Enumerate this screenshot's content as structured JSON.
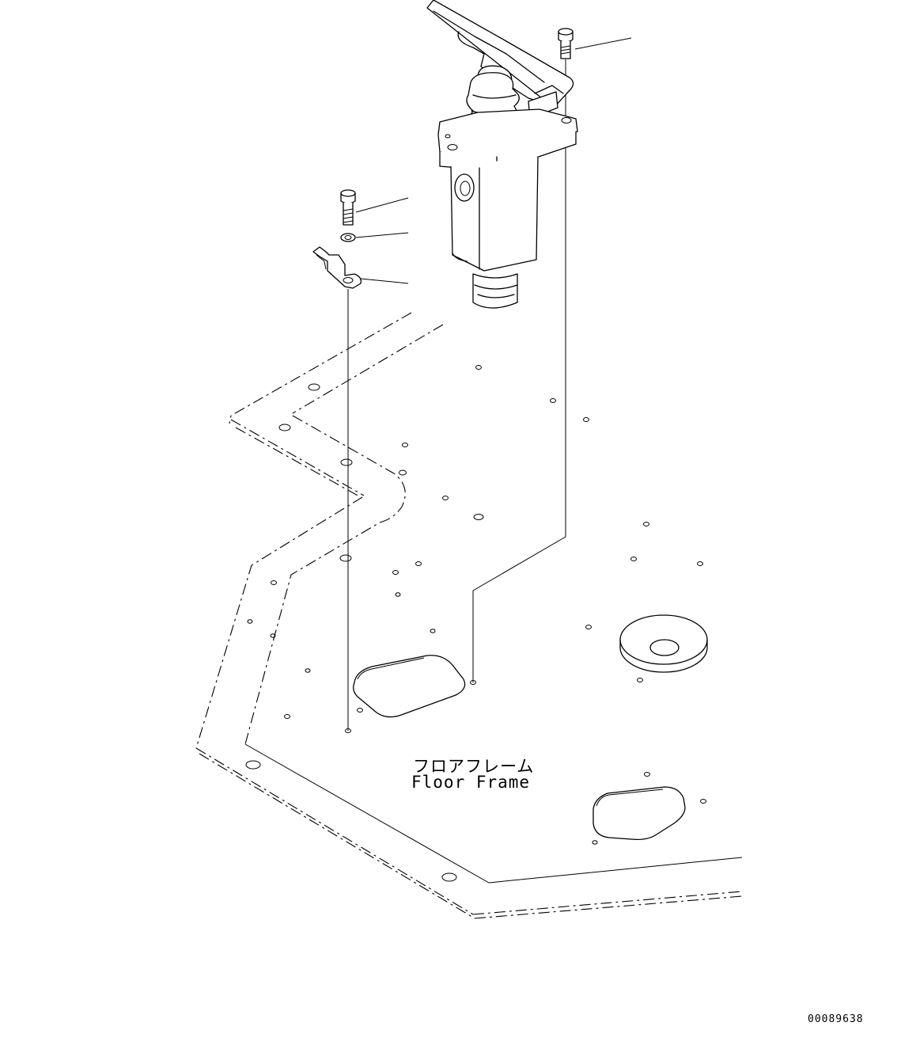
{
  "drawing": {
    "label_jp": "フロアフレーム",
    "label_en": "Floor Frame",
    "drawing_number": "00089638"
  },
  "parts": [
    {
      "name": "flange-bolt",
      "icon": "bolt-icon"
    },
    {
      "name": "bolt",
      "icon": "bolt-icon"
    },
    {
      "name": "washer",
      "icon": "washer-icon"
    },
    {
      "name": "bracket",
      "icon": "bracket-icon"
    },
    {
      "name": "pedal-valve",
      "icon": "valve-icon"
    },
    {
      "name": "floor-frame",
      "icon": "plate-icon"
    }
  ]
}
